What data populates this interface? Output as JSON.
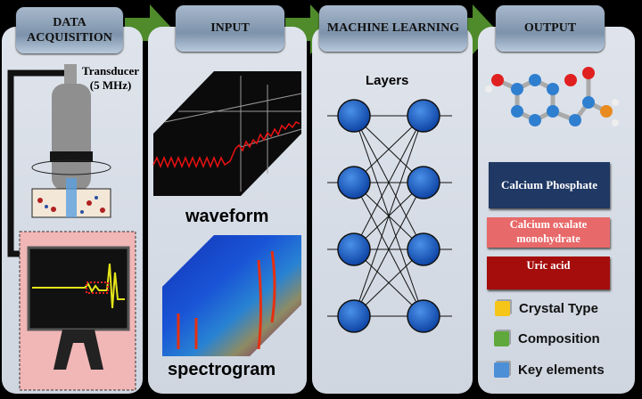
{
  "stages": [
    {
      "title_line1": "DATA",
      "title_line2": "ACQUISITION"
    },
    {
      "title": "INPUT"
    },
    {
      "title": "MACHINE LEARNING"
    },
    {
      "title": "OUTPUT"
    }
  ],
  "acquisition": {
    "transducer_label": "Transducer",
    "frequency_label": "(5 MHz)"
  },
  "input": {
    "waveform_label": "waveform",
    "spectrogram_label": "spectrogram"
  },
  "ml": {
    "layers_label": "Layers"
  },
  "output": {
    "classes": [
      {
        "label": "Calcium Phosphate",
        "color": "#1f3864"
      },
      {
        "label": "Calcium oxalate monohydrate",
        "color": "#e8696a"
      },
      {
        "label": "Uric acid",
        "color": "#a50d0d"
      }
    ],
    "legend": [
      {
        "label": "Crystal Type",
        "color": "#f5c518"
      },
      {
        "label": "Composition",
        "color": "#5fa83c"
      },
      {
        "label": "Key elements",
        "color": "#4d8fd6"
      }
    ]
  }
}
